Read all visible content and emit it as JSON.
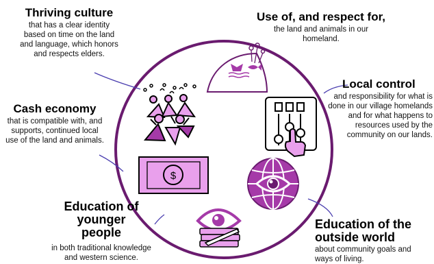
{
  "colors": {
    "circle": "#6a1b6f",
    "icon_stroke": "#000000",
    "icon_fill": "#e9a0ec",
    "icon_fill_dark": "#a53aa8",
    "connector": "#4b3fb0"
  },
  "sections": {
    "culture": {
      "title": "Thriving culture",
      "description": "that has a clear identity based on time on the land and language, which honors and respects elders.",
      "icon": "people-celebrating-icon"
    },
    "land": {
      "title": "Use of, and respect for,",
      "description": "the land and animals in our homeland.",
      "icon": "whale-fish-dome-icon"
    },
    "control": {
      "title": "Local control",
      "description": "and responsibility for what is done in our village homelands and for what happens to resources used by the community on our lands.",
      "icon": "control-panel-hand-icon"
    },
    "economy": {
      "title": "Cash economy",
      "description": "that is compatible with, and supports, continued local use of the land and animals.",
      "icon": "dollar-bill-icon"
    },
    "youth": {
      "title": "Education of younger people",
      "description": "in both traditional knowledge and western science.",
      "icon": "eye-books-pen-icon"
    },
    "world": {
      "title": "Education of the outside world",
      "description": "about community goals and ways of living.",
      "icon": "globe-eye-icon"
    }
  }
}
